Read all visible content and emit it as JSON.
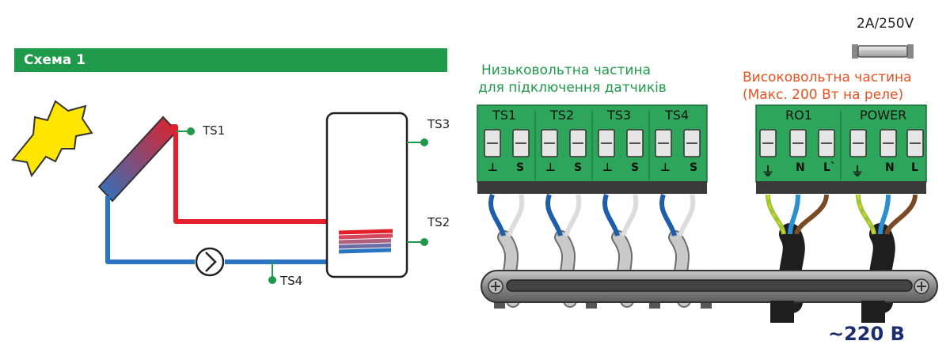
{
  "scheme": {
    "title": "Схема 1",
    "sensors": {
      "ts1": "TS1",
      "ts2": "TS2",
      "ts3": "TS3",
      "ts4": "TS4"
    }
  },
  "wiring": {
    "low_voltage_title_line1": "Низьковольтна частина",
    "low_voltage_title_line2": "для підключення датчиків",
    "high_voltage_title_line1": "Високовольтна частина",
    "high_voltage_title_line2": "(Макс. 200 Вт на реле)",
    "fuse_rating": "2A/250V",
    "mains_voltage": "~220 В",
    "low_terminals": [
      "TS1",
      "TS2",
      "TS3",
      "TS4"
    ],
    "low_pins": [
      "⊥",
      "S",
      "⊥",
      "S",
      "⊥",
      "S",
      "⊥",
      "S"
    ],
    "high_terminals": [
      "RO1",
      "POWER"
    ],
    "high_pins": [
      "N",
      "L`",
      "N",
      "L"
    ]
  },
  "colors": {
    "green": "#1f9a4a",
    "terminal_green": "#2da55a",
    "hot_pipe": "#e3202a",
    "cold_pipe": "#2b74c1",
    "orange_text": "#e8501e",
    "voltage_text": "#1c2d6e"
  }
}
